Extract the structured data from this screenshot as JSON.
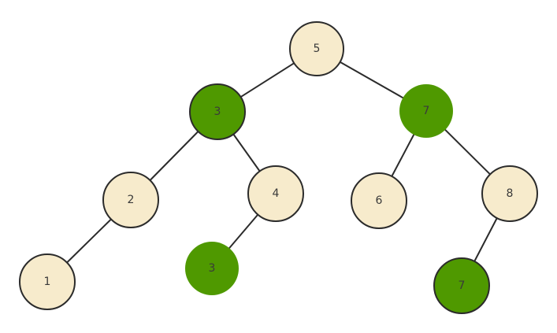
{
  "colors": {
    "normal_fill": "#f7ebcc",
    "normal_stroke": "#2b2b2b",
    "highlight_fill": "#4f9900",
    "highlight_stroke": "#2b2b2b",
    "label": "#3a3a3a",
    "edge": "#2b2b2b"
  },
  "tree": {
    "nodes": [
      {
        "id": "n5",
        "label": "5",
        "highlighted": false
      },
      {
        "id": "n3a",
        "label": "3",
        "highlighted": true
      },
      {
        "id": "n7a",
        "label": "7",
        "highlighted": true
      },
      {
        "id": "n2",
        "label": "2",
        "highlighted": false
      },
      {
        "id": "n4",
        "label": "4",
        "highlighted": false
      },
      {
        "id": "n6",
        "label": "6",
        "highlighted": false
      },
      {
        "id": "n8",
        "label": "8",
        "highlighted": false
      },
      {
        "id": "n1",
        "label": "1",
        "highlighted": false
      },
      {
        "id": "n3b",
        "label": "3",
        "highlighted": true
      },
      {
        "id": "n7b",
        "label": "7",
        "highlighted": true
      }
    ],
    "edges": [
      {
        "from": "n5",
        "to": "n3a"
      },
      {
        "from": "n5",
        "to": "n7a"
      },
      {
        "from": "n3a",
        "to": "n2"
      },
      {
        "from": "n3a",
        "to": "n4"
      },
      {
        "from": "n2",
        "to": "n1"
      },
      {
        "from": "n4",
        "to": "n3b"
      },
      {
        "from": "n7a",
        "to": "n6"
      },
      {
        "from": "n7a",
        "to": "n8"
      },
      {
        "from": "n8",
        "to": "n7b"
      }
    ]
  }
}
